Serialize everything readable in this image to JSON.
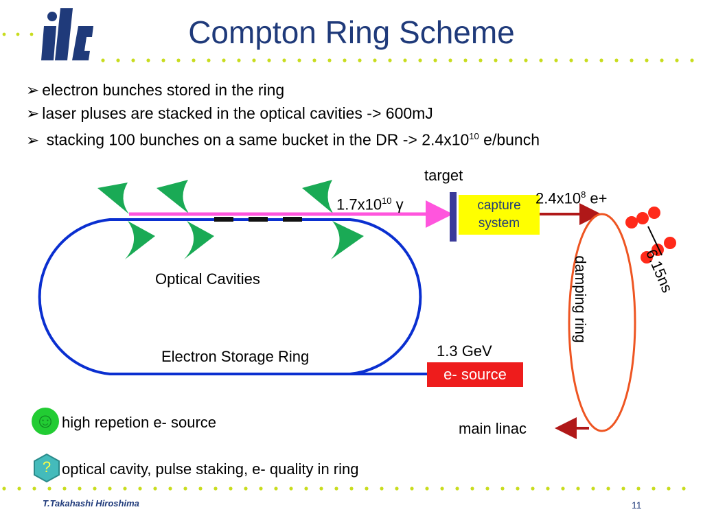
{
  "logo": {
    "text": "ilc"
  },
  "title": "Compton Ring Scheme",
  "bullets": [
    {
      "marker": "➢",
      "text": "electron bunches stored in the ring",
      "sup": "",
      "suffix": ""
    },
    {
      "marker": "➢",
      "text": "laser pluses are stacked in the optical cavities -> 600mJ",
      "sup": "",
      "suffix": ""
    },
    {
      "marker": "➢",
      "text": " stacking 100 bunches on a same bucket in the DR  -> 2.4x10",
      "sup": "10",
      "suffix": " e/bunch"
    }
  ],
  "diagram": {
    "target_label": "target",
    "photon_label": {
      "base": "1.7x10",
      "sup": "10",
      "symbol": "γ"
    },
    "capture_line1": "capture",
    "capture_line2": "system",
    "positron_label": {
      "base": "2.4x10",
      "sup": "8",
      "suffix": " e+"
    },
    "spacing_label": "6.15ns",
    "damping_ring_label": "damping ring",
    "optical_cavities_label": "Optical Cavities",
    "storage_ring_label": "Electron Storage Ring",
    "energy_label": "1.3 GeV",
    "source_label": "e- source",
    "main_linac_label": "main linac"
  },
  "legend": [
    {
      "icon": "smiley-face-icon",
      "symbol": "☺",
      "text": "high repetion e- source",
      "color": "#22cc33"
    },
    {
      "icon": "question-mark-icon",
      "symbol": "?",
      "text": "optical cavity, pulse staking, e- quality in ring",
      "color": "#44bbbb"
    }
  ],
  "footer": {
    "author": "T.Takahashi   Hiroshima",
    "page": "11"
  },
  "colors": {
    "title": "#1f3a7a",
    "ring": "#0a2fd0",
    "laser": "#ff55dd",
    "cavity": "#1aaa55",
    "target": "#3b3b9a",
    "capture_fill": "#ffff00",
    "source_fill": "#ee1c1c",
    "damping_ring": "#ee5522",
    "arrow": "#b01818",
    "bunch": "#ff2a1a",
    "dots": "#c8dc1e"
  }
}
